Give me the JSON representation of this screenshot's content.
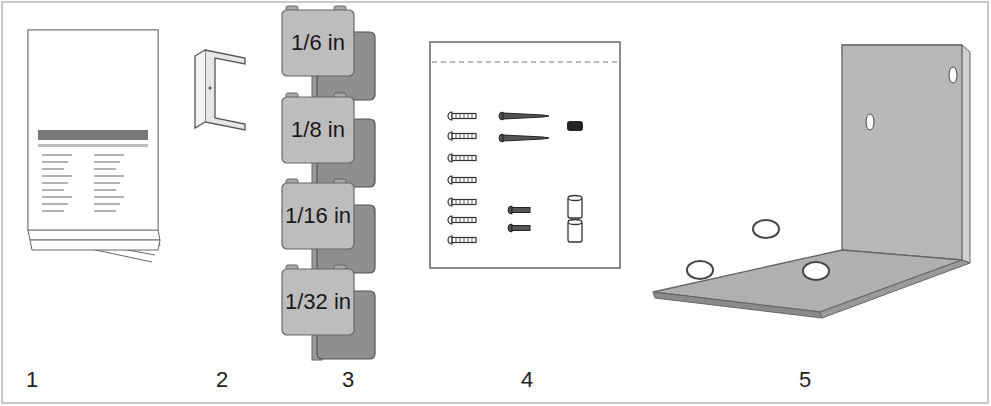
{
  "diagram": {
    "labels": [
      "1",
      "2",
      "3",
      "4",
      "5",
      "1/6 in",
      "1/8 in",
      "1/16 in",
      "1/32 in"
    ]
  }
}
